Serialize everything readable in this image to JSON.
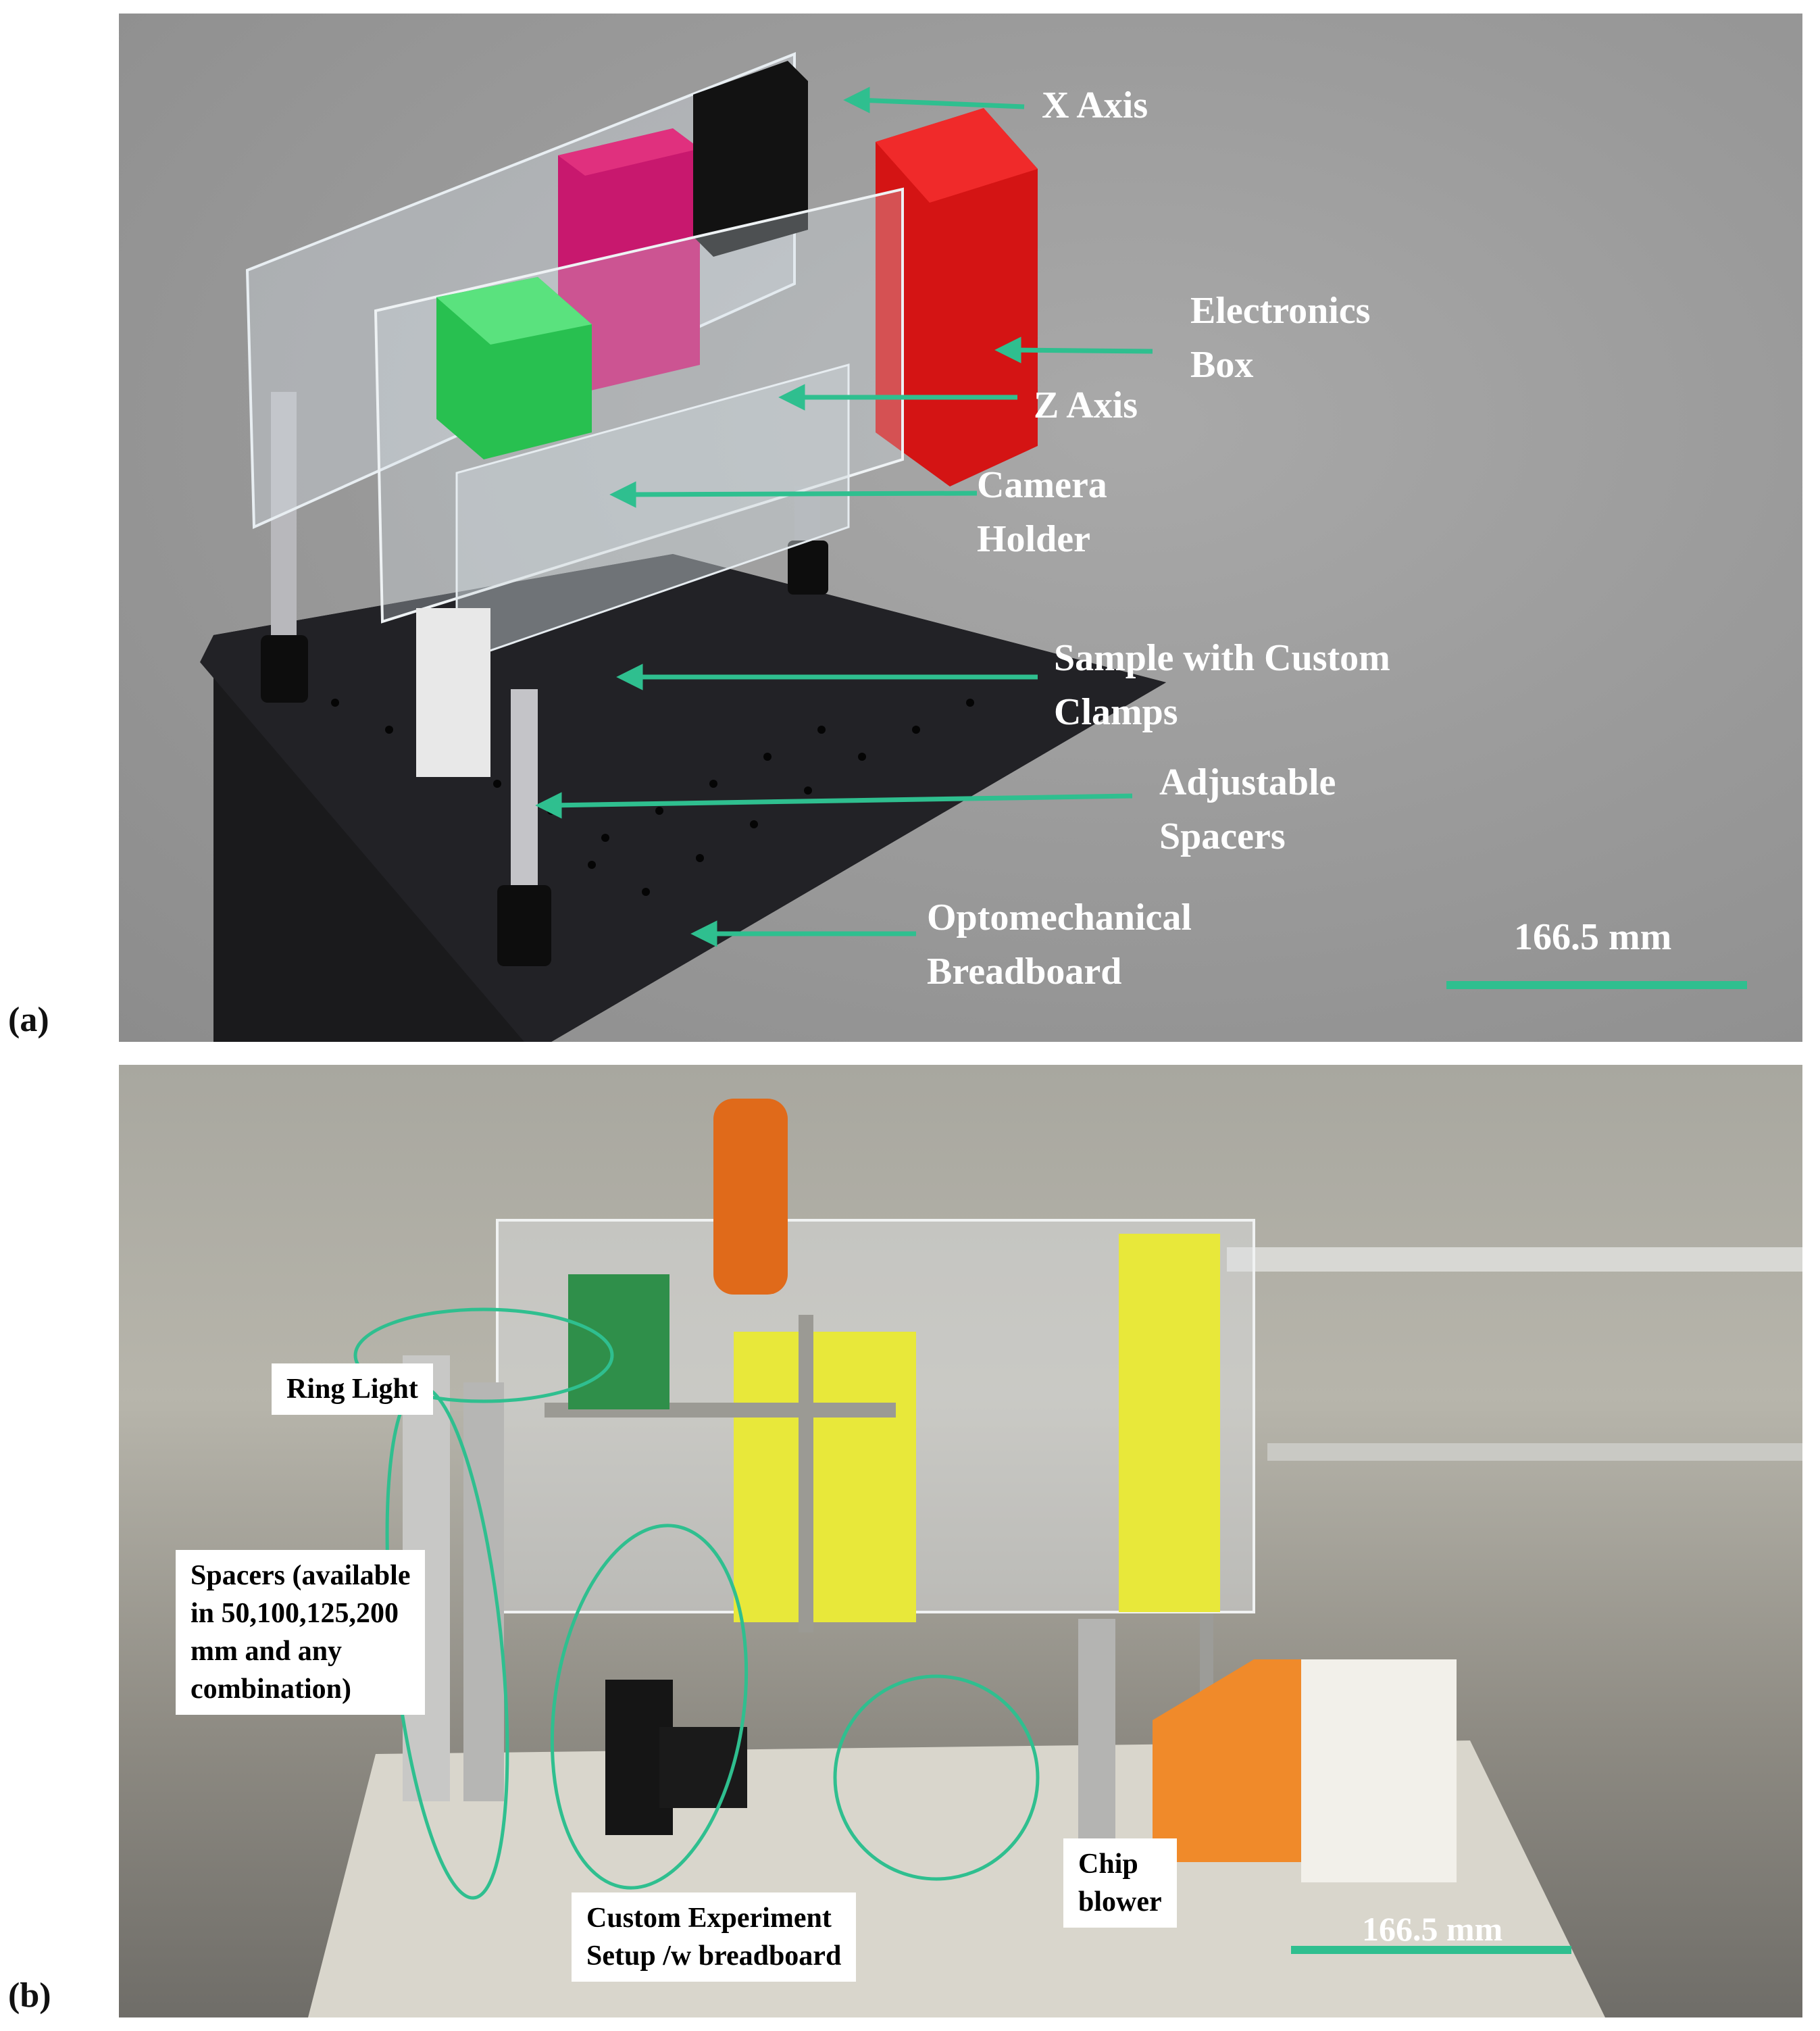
{
  "panel_a": {
    "letter": "(a)",
    "labels": {
      "x_axis": "X Axis",
      "electronics_box": [
        "Electronics",
        "Box"
      ],
      "z_axis": "Z Axis",
      "camera_holder": [
        "Camera",
        "Holder"
      ],
      "sample_clamps": [
        "Sample with Custom",
        "Clamps"
      ],
      "adjustable_spacers": [
        "Adjustable",
        "Spacers"
      ],
      "breadboard": [
        "Optomechanical",
        "Breadboard"
      ]
    },
    "scale_bar": "166.5 mm"
  },
  "panel_b": {
    "letter": "(b)",
    "labels": {
      "ring_light": "Ring Light",
      "spacers": [
        "Spacers (available",
        "in 50,100,125,200",
        "mm and any",
        "combination)"
      ],
      "custom_setup": [
        "Custom Experiment",
        "Setup /w breadboard"
      ],
      "chip_blower": [
        "Chip",
        "blower"
      ]
    },
    "scale_bar": "166.5 mm"
  },
  "colors": {
    "annotation": "#2fbf8f",
    "red_box": "#d41414",
    "green_block": "#28c050",
    "magenta_block": "#c8186e",
    "yellow_part": "#e8e83a"
  }
}
